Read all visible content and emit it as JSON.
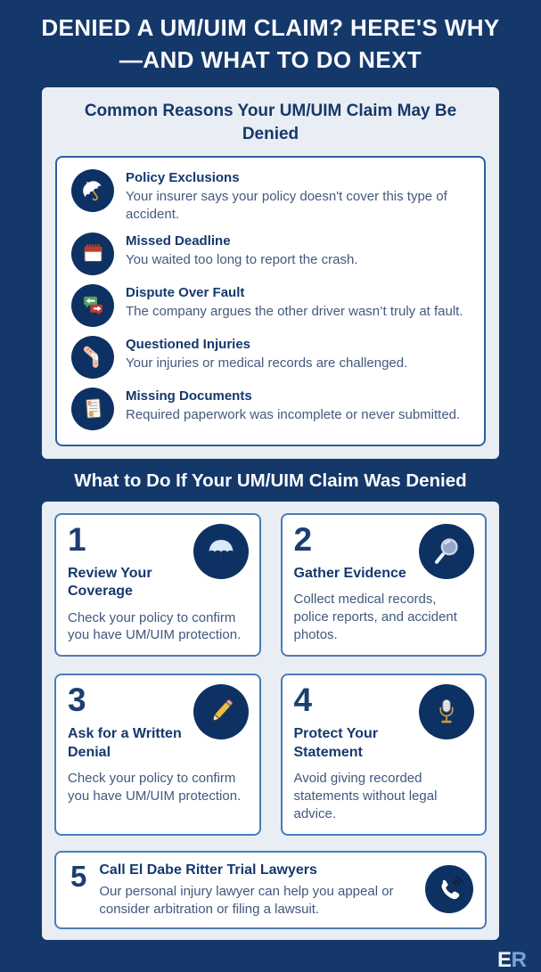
{
  "colors": {
    "background_navy": "#15386B",
    "panel_light": "#E9EEF5",
    "icon_circle_navy": "#0E3163",
    "card_border_blue": "#4A7DB5",
    "heading_navy": "#16386B",
    "body_slate": "#44597E",
    "accent_red": "#C23B2E",
    "accent_green": "#55A25E",
    "accent_gold": "#D8A13C"
  },
  "header": {
    "title_line1": "DENIED A UM/UIM CLAIM? HERE'S WHY",
    "title_line2": "—AND WHAT TO DO NEXT"
  },
  "reasons_section": {
    "title": "Common Reasons Your UM/UIM Claim May Be Denied",
    "items": [
      {
        "icon": "umbrella-icon",
        "title": "Policy Exclusions",
        "description": "Your insurer says your policy doesn't cover this type of accident."
      },
      {
        "icon": "calendar-icon",
        "title": "Missed Deadline",
        "description": "You waited too long to report the crash."
      },
      {
        "icon": "chat-arrows-icon",
        "title": "Dispute Over Fault",
        "description": "The company argues the other driver wasn’t truly at fault."
      },
      {
        "icon": "knee-injury-icon",
        "title": "Questioned Injuries",
        "description": "Your injuries or medical records are challenged."
      },
      {
        "icon": "certificate-icon",
        "title": "Missing Documents",
        "description": "Required paperwork was incomplete or never submitted."
      }
    ]
  },
  "steps_section": {
    "title": "What to Do If Your UM/UIM Claim Was Denied",
    "steps": [
      {
        "number": "1",
        "icon": "umbrella-icon",
        "title": "Review Your Coverage",
        "description": "Check your policy to confirm you have UM/UIM protection."
      },
      {
        "number": "2",
        "icon": "magnifier-icon",
        "title": "Gather Evidence",
        "description": "Collect medical records, police reports, and accident photos."
      },
      {
        "number": "3",
        "icon": "pencil-icon",
        "title": "Ask for a Written Denial",
        "description": "Check your policy to confirm you have UM/UIM protection."
      },
      {
        "number": "4",
        "icon": "microphone-icon",
        "title": "Protect Your Statement",
        "description": "Avoid giving recorded statements without legal advice."
      },
      {
        "number": "5",
        "icon": "phone-icon",
        "title": "Call El Dabe Ritter Trial Lawyers",
        "description": "Our personal injury lawyer can help you appeal or consider arbitration or filing a lawsuit."
      }
    ]
  },
  "footer": {
    "logo_e": "E",
    "logo_r": "R"
  }
}
